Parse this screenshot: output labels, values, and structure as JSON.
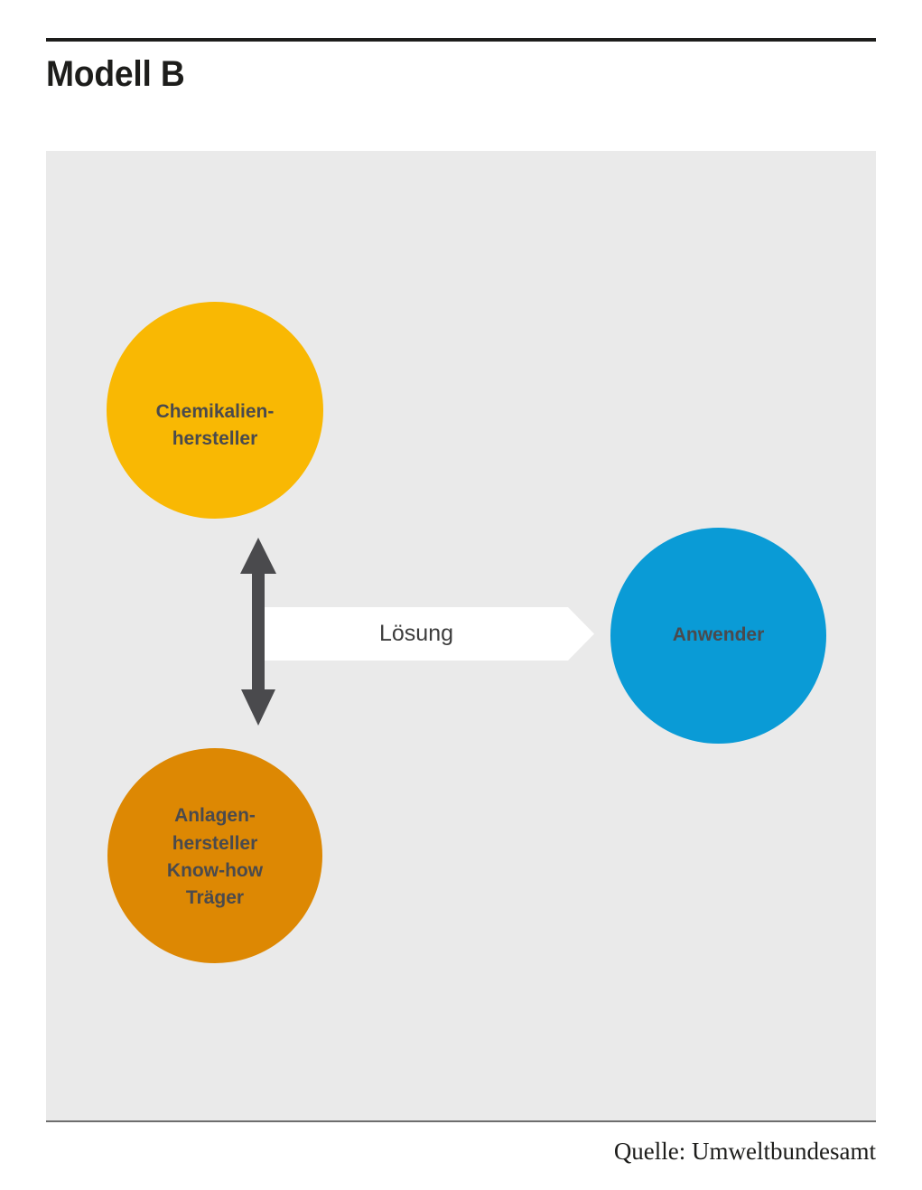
{
  "header": {
    "title": "Modell B",
    "rule_color": "#1d1d1b"
  },
  "diagram": {
    "panel_background": "#eaeaea",
    "label_color": "#4a4a4d",
    "nodes": [
      {
        "id": "chemikalienhersteller",
        "label": "Chemikalien-\nhersteller",
        "color": "#f9b803",
        "shape": "circle"
      },
      {
        "id": "anlagenhersteller",
        "label": "Anlagen-\nhersteller\nKnow-how\nTräger",
        "color": "#dd8803",
        "shape": "circle"
      },
      {
        "id": "anwender",
        "label": "Anwender",
        "color": "#0a9bd6",
        "shape": "circle"
      }
    ],
    "connectors": [
      {
        "id": "solution-arrow",
        "label": "Lösung",
        "direction": "right",
        "color": "#ffffff",
        "text_color": "#3c3c3c"
      },
      {
        "id": "vertical-double-arrow",
        "label": "",
        "direction": "up-down",
        "color": "#4a4a4d"
      }
    ]
  },
  "footer": {
    "source": "Quelle: Umweltbundesamt",
    "rule_color": "#6e6e6e"
  }
}
